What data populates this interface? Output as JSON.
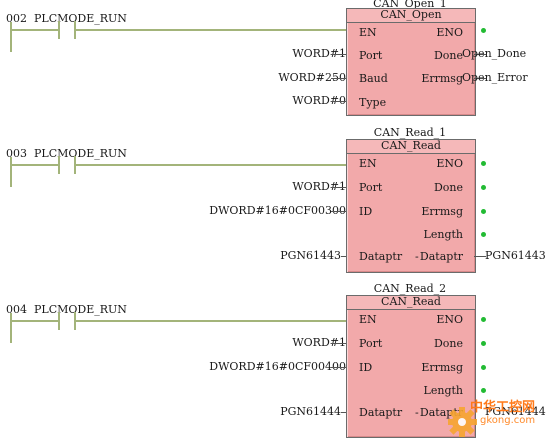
{
  "rungs": [
    {
      "number": "002",
      "contact": "PLCMODE_RUN",
      "instance": "CAN_Open_1",
      "type": "CAN_Open",
      "inputs": [
        {
          "pin": "EN",
          "arg": ""
        },
        {
          "pin": "Port",
          "arg": "WORD#1"
        },
        {
          "pin": "Baud",
          "arg": "WORD#250"
        },
        {
          "pin": "Type",
          "arg": "WORD#0"
        }
      ],
      "outputs": [
        {
          "pin": "ENO",
          "arg": ""
        },
        {
          "pin": "Done",
          "arg": "Open_Done"
        },
        {
          "pin": "Errmsg",
          "arg": "Open_Error"
        }
      ]
    },
    {
      "number": "003",
      "contact": "PLCMODE_RUN",
      "instance": "CAN_Read_1",
      "type": "CAN_Read",
      "inputs": [
        {
          "pin": "EN",
          "arg": ""
        },
        {
          "pin": "Port",
          "arg": "WORD#1"
        },
        {
          "pin": "ID",
          "arg": "DWORD#16#0CF00300"
        },
        {
          "pin": "Dataptr",
          "arg": "PGN61443"
        }
      ],
      "outputs": [
        {
          "pin": "ENO",
          "arg": ""
        },
        {
          "pin": "Done",
          "arg": ""
        },
        {
          "pin": "Errmsg",
          "arg": ""
        },
        {
          "pin": "Length",
          "arg": ""
        },
        {
          "pin": "Dataptr",
          "arg": "PGN61443"
        }
      ]
    },
    {
      "number": "004",
      "contact": "PLCMODE_RUN",
      "instance": "CAN_Read_2",
      "type": "CAN_Read",
      "inputs": [
        {
          "pin": "EN",
          "arg": ""
        },
        {
          "pin": "Port",
          "arg": "WORD#1"
        },
        {
          "pin": "ID",
          "arg": "DWORD#16#0CF00400"
        },
        {
          "pin": "Dataptr",
          "arg": "PGN61444"
        }
      ],
      "outputs": [
        {
          "pin": "ENO",
          "arg": ""
        },
        {
          "pin": "Done",
          "arg": ""
        },
        {
          "pin": "Errmsg",
          "arg": ""
        },
        {
          "pin": "Length",
          "arg": ""
        },
        {
          "pin": "Dataptr",
          "arg": "PGN61444"
        }
      ]
    }
  ],
  "watermark": {
    "text": "中华工控网",
    "url": "gkong.com"
  },
  "colors": {
    "rail": "#a3b47a",
    "block_fill": "#f2a9aa",
    "output_dot": "#22bb33"
  }
}
